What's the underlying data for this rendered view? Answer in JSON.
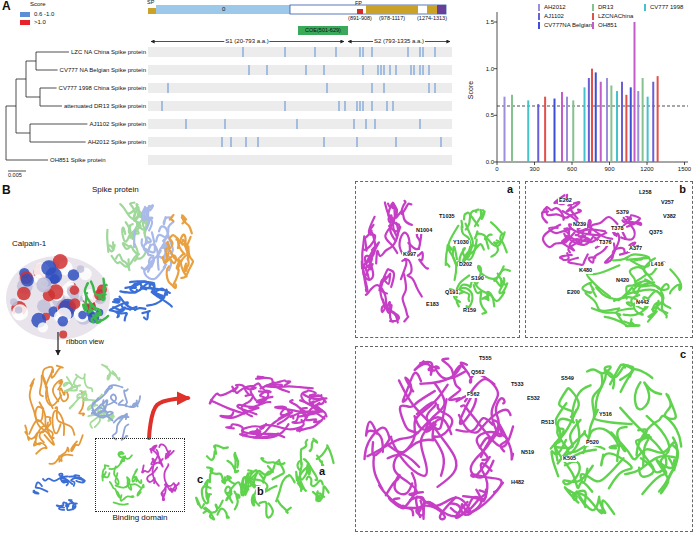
{
  "diagram": {
    "nodes": [
      {
        "text": [
          "a"
        ]
      },
      {
        "text": [
          "b"
        ]
      },
      {
        "text": [
          "Binding domain"
        ]
      },
      {
        "text": [
          "c",
          "b",
          "a"
        ]
      },
      {
        "text": [
          "c"
        ]
      }
    ],
    "edges": [
      {
        "from": 2,
        "to": 3,
        "arrow": "to"
      }
    ],
    "labels": [
      "A",
      "Score",
      "SP",
      "0",
      "FP",
      "COE(501-629)",
      "(891-908)",
      "(978-1117)",
      "(1274-1313)",
      "S1 (20-793 a.a.)",
      "S2 (793-1335 a.a.)",
      "LZC NA China Spike protein",
      "CV777 NA Belgian Spike protein",
      "CV777 1998 China Spike protein",
      "attenuated DR13 Spike protein",
      "AJ1102 Spike protein",
      "AH2012 Spike protein",
      "OH851 Spike protein",
      "0.005",
      "Score",
      "0.0",
      "0.5",
      "1.0",
      "1.5",
      "0",
      "300",
      "600",
      "900",
      "1200",
      "1500",
      "B",
      "Spike protein",
      "Calpain-1",
      "ribbon view",
      "T1035",
      "N1004",
      "Y1030",
      "K997",
      "D202",
      "S190",
      "Q191",
      "E183",
      "R159",
      "E262",
      "L258",
      "V257",
      "S379",
      "V382",
      "N239",
      "T378",
      "Q375",
      "T376",
      "A377",
      "L416",
      "K480",
      "N420",
      "E200",
      "N442",
      "T555",
      "Q562",
      "T533",
      "E532",
      "F562",
      "S549",
      "R513",
      "Y516",
      "N519",
      "K505",
      "H482",
      "P520"
    ],
    "legend": [
      {
        "text": "0.6 -1.0",
        "color": "#5b8ed6"
      },
      {
        "text": ">1.0",
        "color": "#e8202a"
      },
      {
        "text": "AH2012",
        "color": "#9b8fdc"
      },
      {
        "text": "DR13",
        "color": "#86c28f"
      },
      {
        "text": "CV777 1998",
        "color": "#46c2cc"
      },
      {
        "text": "AJ1102",
        "color": "#6b5fd6"
      },
      {
        "text": "LZCNAChina",
        "color": "#e2504a"
      },
      {
        "text": "CV777NA Belgian",
        "color": "#3d4fd6"
      },
      {
        "text": "OH851",
        "color": "#c35cc9"
      }
    ]
  }
}
